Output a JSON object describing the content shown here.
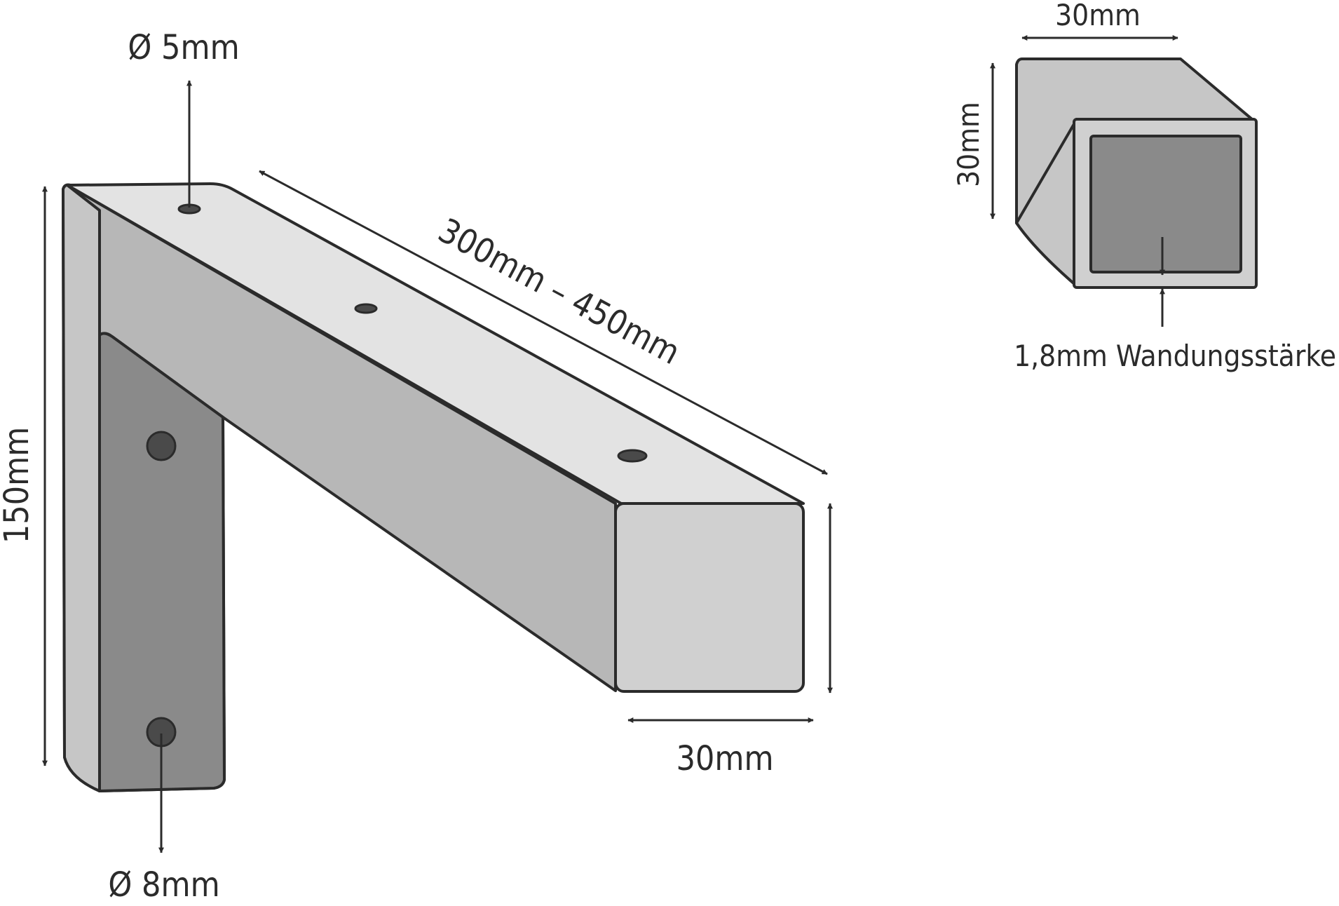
{
  "labels": {
    "hole_top": "Ø 5mm",
    "hole_bottom": "Ø 8mm",
    "length": "300mm – 450mm",
    "height": "150mm",
    "width_front": "30mm",
    "detail_width": "30mm",
    "detail_height": "30mm",
    "wall_thickness": "1,8mm Wandungsstärke"
  },
  "colors": {
    "outline": "#2b2b2b",
    "top_face": "#e3e3e3",
    "front_face": "#d0d0d0",
    "side_face": "#b7b7b7",
    "wall_face": "#c6c6c6",
    "back_face": "#8a8a8a",
    "hole": "#4a4a4a"
  }
}
